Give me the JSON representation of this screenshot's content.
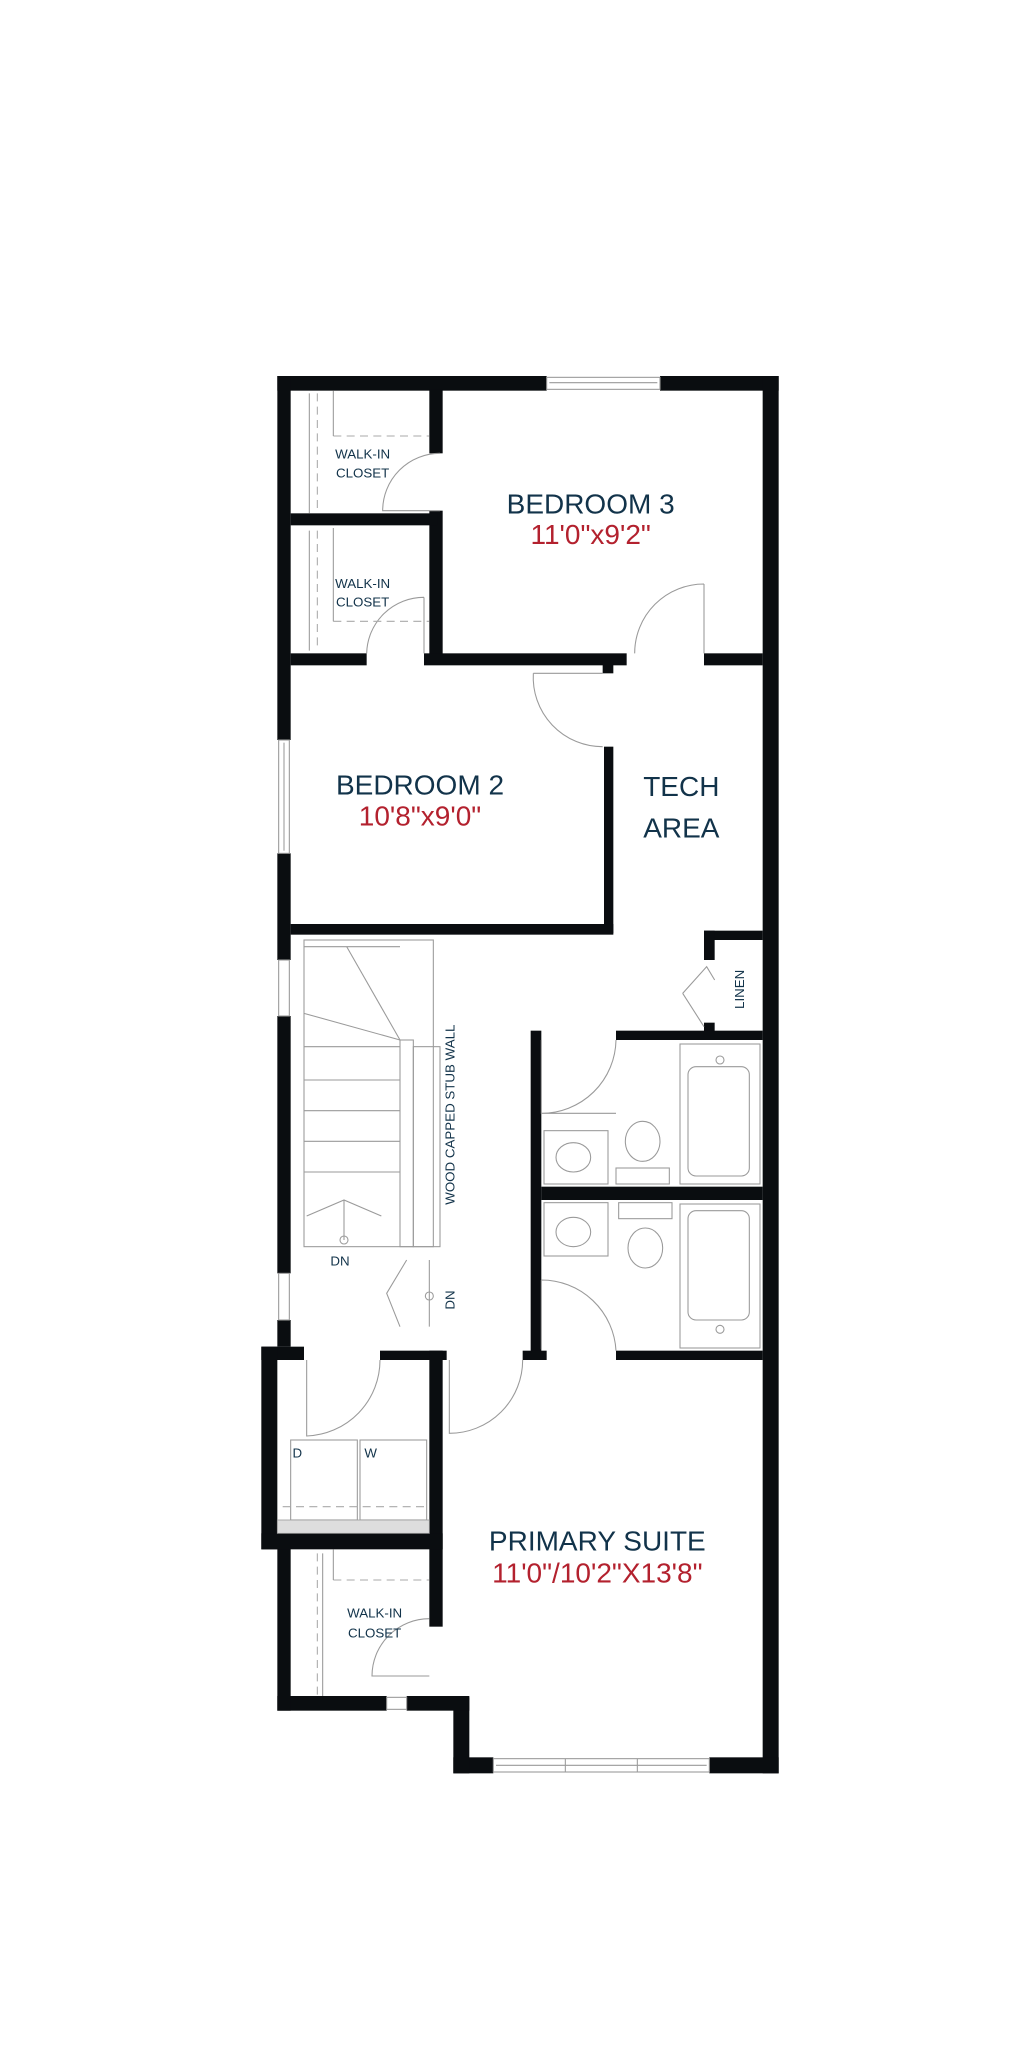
{
  "colors": {
    "wall": "#0a0d10",
    "room_name": "#12334a",
    "dimension": "#b3212e"
  },
  "rooms": {
    "bedroom3": {
      "name": "BEDROOM 3",
      "dims": "11'0\"x9'2\""
    },
    "bedroom2": {
      "name": "BEDROOM 2",
      "dims": "10'8\"x9'0\""
    },
    "tech": {
      "line1": "TECH",
      "line2": "AREA"
    },
    "primary": {
      "name": "PRIMARY SUITE",
      "dims": "11'0\"/10'2\"X13'8\""
    },
    "closet_upper": {
      "line1": "WALK-IN",
      "line2": "CLOSET"
    },
    "closet_middle": {
      "line1": "WALK-IN",
      "line2": "CLOSET"
    },
    "closet_primary": {
      "line1": "WALK-IN",
      "line2": "CLOSET"
    },
    "linen": "LINEN"
  },
  "labels": {
    "stair_dn": "DN",
    "stair_dn2": "DN",
    "stub_wall": "WOOD CAPPED STUB WALL",
    "dryer": "D",
    "washer": "W"
  }
}
